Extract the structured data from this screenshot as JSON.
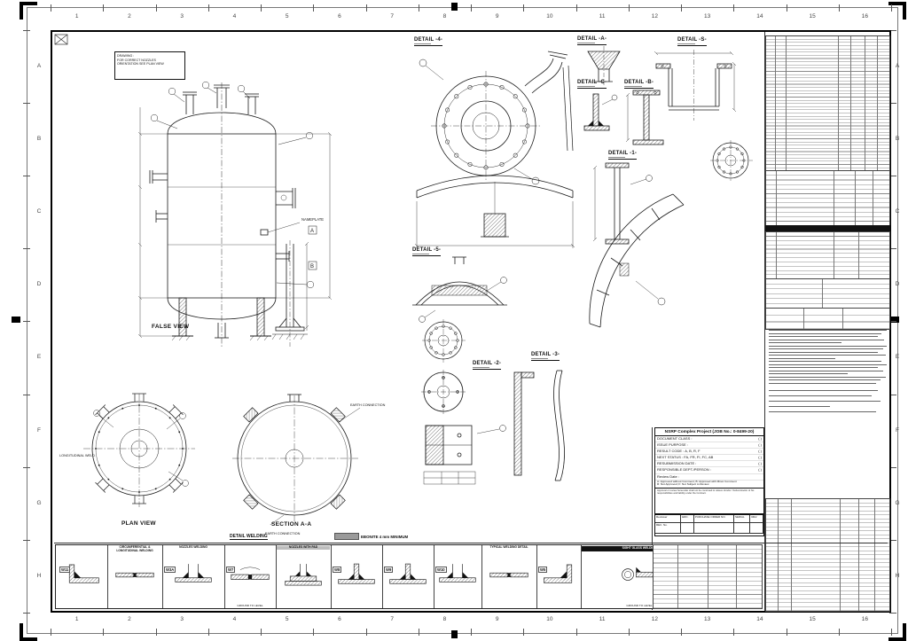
{
  "grid": {
    "columns": [
      "1",
      "2",
      "3",
      "4",
      "5",
      "6",
      "7",
      "8",
      "9",
      "10",
      "11",
      "12",
      "13",
      "14",
      "15",
      "16"
    ],
    "rows": [
      "A",
      "B",
      "C",
      "D",
      "E",
      "F",
      "G",
      "H"
    ]
  },
  "notes_box": {
    "line1": "DRAWING :",
    "line2": "FOR CORRECT NOZZLES",
    "line3": "ORIENTATION SEE PLAN VIEW"
  },
  "views": {
    "false_view": "FALSE VIEW",
    "plan_view": "PLAN VIEW",
    "section_aa": "SECTION A-A",
    "earth_connection_top": "EARTH CONNECTION",
    "earth_connection_bottom": "EARTH CONNECTION",
    "longitudinal_weld": "LONGITUDINAL WELD",
    "nameplate": "NAMEPLATE",
    "section_flag_a": "A",
    "section_flag_b": "B"
  },
  "details": {
    "d4": "DETAIL -4-",
    "dA": "DETAIL -A-",
    "dS": "DETAIL -S-",
    "dC": "DETAIL -C-",
    "dB": "DETAIL -B-",
    "d1": "DETAIL -1-",
    "d5": "DETAIL -5-",
    "d2": "DETAIL -2-",
    "d3": "DETAIL -3-"
  },
  "welding": {
    "header": "DETAIL WELDING",
    "ebonite": "EBONITE 4 mm MINIMUM",
    "cells": [
      {
        "id": "W11",
        "caption": "",
        "note": ""
      },
      {
        "id": "",
        "caption": "CIRCUMFERENTIAL & LONGITUDINAL WELDING",
        "note": ""
      },
      {
        "id": "W3A",
        "caption": "NOZZLES WELDING",
        "note": ""
      },
      {
        "id": "W7",
        "caption": "",
        "note": "GROUND TO LEVEL"
      },
      {
        "id": "",
        "caption": "NOZZLES WITH PAD",
        "note": ""
      },
      {
        "id": "W8",
        "caption": "",
        "note": ""
      },
      {
        "id": "W9",
        "caption": "",
        "note": ""
      },
      {
        "id": "W10",
        "caption": "",
        "note": ""
      },
      {
        "id": "",
        "caption": "TYPICAL WELDING DETAIL",
        "note": ""
      },
      {
        "id": "W5",
        "caption": "",
        "note": ""
      },
      {
        "id": "",
        "caption": "SIGHT GLASS WELDING",
        "note": "GROUND TO LEVEL"
      }
    ]
  },
  "stamp": {
    "title": "NSRP Complex Project (JOB No.: 0-8499-20)",
    "fields": [
      {
        "label": "DOCUMENT CLASS :",
        "value": "(            )"
      },
      {
        "label": "ISSUE PURPOSE :",
        "value": "(            )"
      },
      {
        "label": "RESULT CODE :  A, B, R, F",
        "value": "(            )"
      },
      {
        "label": "NEXT STATUS :  FA, FR, FI, FC, AB",
        "value": "(            )"
      },
      {
        "label": "RESUBMISSION DATE :",
        "value": "(            )"
      },
      {
        "label": "RESPONSIBLE DEPT./PERSON :",
        "value": "(            )"
      },
      {
        "label": "Review Date :",
        "value": ""
      }
    ],
    "legend1": "A: Approved without Comment; B: Approved with Minor Comment",
    "legend2": "R: Not Approved;  F: Not Subject to Review",
    "fine_print": "Approval or review hereunder shall not be construed to relieve Vendor / Subcontractor of his responsibilities and liability under the Contract.",
    "footer": [
      "Reviewer",
      "ERC.",
      "PURCHASE ORDER NO.",
      "SERIAL",
      "REV."
    ],
    "footer2": "REC. No."
  }
}
